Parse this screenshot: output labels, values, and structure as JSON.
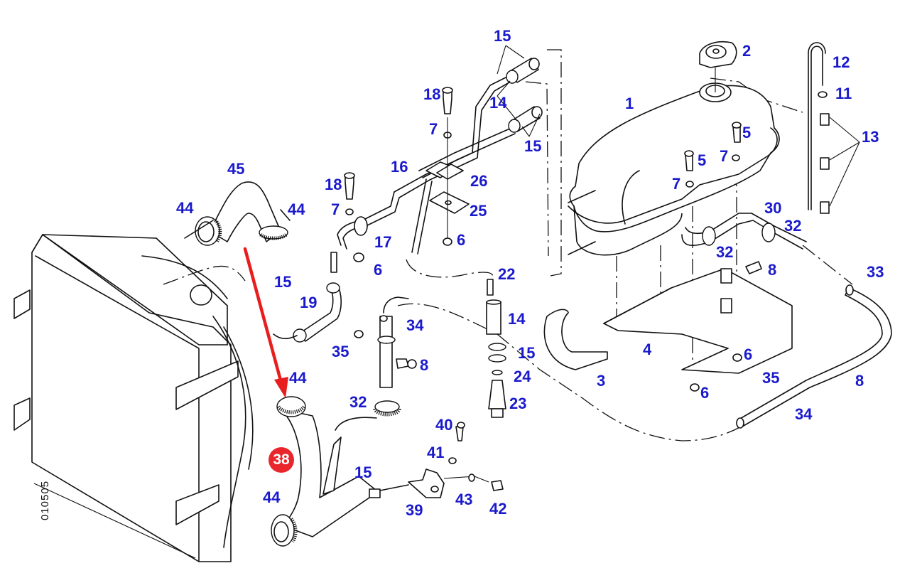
{
  "diagram": {
    "title": "Cooling system / expansion tank exploded parts diagram",
    "drawing_number": "010505",
    "highlight": {
      "part": "38",
      "badge_color": "#e8262b",
      "arrow_color": "#e81e1e",
      "arrow_target": "44"
    },
    "label_color": "#1a1acc",
    "callouts": [
      {
        "id": "c1",
        "text": "1"
      },
      {
        "id": "c2",
        "text": "2"
      },
      {
        "id": "c3",
        "text": "3"
      },
      {
        "id": "c4",
        "text": "4"
      },
      {
        "id": "c5a",
        "text": "5"
      },
      {
        "id": "c5b",
        "text": "5"
      },
      {
        "id": "c6a",
        "text": "6"
      },
      {
        "id": "c6b",
        "text": "6"
      },
      {
        "id": "c6c",
        "text": "6"
      },
      {
        "id": "c6d",
        "text": "6"
      },
      {
        "id": "c7a",
        "text": "7"
      },
      {
        "id": "c7b",
        "text": "7"
      },
      {
        "id": "c7c",
        "text": "7"
      },
      {
        "id": "c7d",
        "text": "7"
      },
      {
        "id": "c8a",
        "text": "8"
      },
      {
        "id": "c8b",
        "text": "8"
      },
      {
        "id": "c8c",
        "text": "8"
      },
      {
        "id": "c11",
        "text": "11"
      },
      {
        "id": "c12",
        "text": "12"
      },
      {
        "id": "c13",
        "text": "13"
      },
      {
        "id": "c14a",
        "text": "14"
      },
      {
        "id": "c14b",
        "text": "14"
      },
      {
        "id": "c15a",
        "text": "15"
      },
      {
        "id": "c15b",
        "text": "15"
      },
      {
        "id": "c15c",
        "text": "15"
      },
      {
        "id": "c15d",
        "text": "15"
      },
      {
        "id": "c15e",
        "text": "15"
      },
      {
        "id": "c16",
        "text": "16"
      },
      {
        "id": "c17",
        "text": "17"
      },
      {
        "id": "c18a",
        "text": "18"
      },
      {
        "id": "c18b",
        "text": "18"
      },
      {
        "id": "c19",
        "text": "19"
      },
      {
        "id": "c22",
        "text": "22"
      },
      {
        "id": "c23",
        "text": "23"
      },
      {
        "id": "c24",
        "text": "24"
      },
      {
        "id": "c25",
        "text": "25"
      },
      {
        "id": "c26",
        "text": "26"
      },
      {
        "id": "c30",
        "text": "30"
      },
      {
        "id": "c32a",
        "text": "32"
      },
      {
        "id": "c32b",
        "text": "32"
      },
      {
        "id": "c32c",
        "text": "32"
      },
      {
        "id": "c33",
        "text": "33"
      },
      {
        "id": "c34a",
        "text": "34"
      },
      {
        "id": "c34b",
        "text": "34"
      },
      {
        "id": "c35a",
        "text": "35"
      },
      {
        "id": "c35b",
        "text": "35"
      },
      {
        "id": "c39",
        "text": "39"
      },
      {
        "id": "c40",
        "text": "40"
      },
      {
        "id": "c41",
        "text": "41"
      },
      {
        "id": "c42",
        "text": "42"
      },
      {
        "id": "c43",
        "text": "43"
      },
      {
        "id": "c44a",
        "text": "44"
      },
      {
        "id": "c44b",
        "text": "44"
      },
      {
        "id": "c44c",
        "text": "44"
      },
      {
        "id": "c44d",
        "text": "44"
      },
      {
        "id": "c45",
        "text": "45"
      }
    ]
  }
}
